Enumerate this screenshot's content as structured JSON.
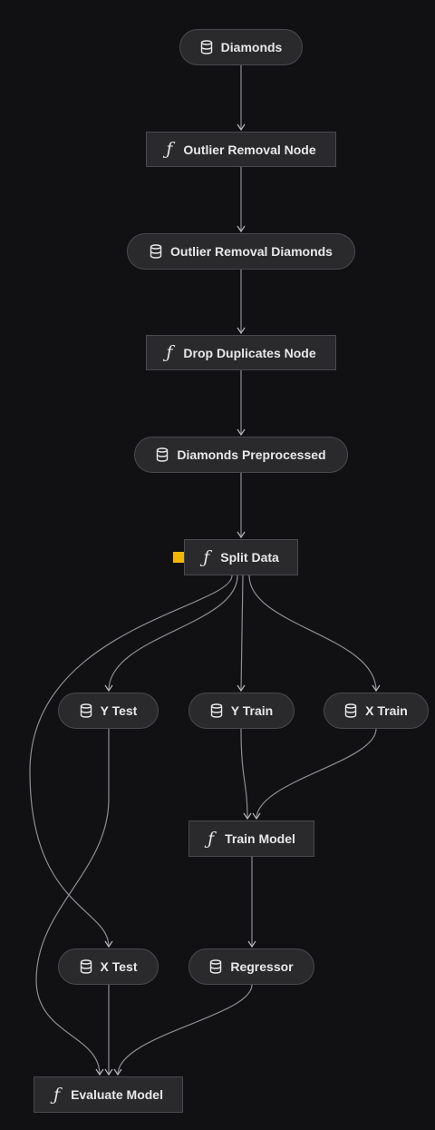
{
  "colors": {
    "background": "#111113",
    "node_fill": "#2a2a2d",
    "node_border": "#4a4a4f",
    "edge": "#8e8e93",
    "marker": "#f2b705"
  },
  "nodes": {
    "diamonds": {
      "label": "Diamonds",
      "kind": "dataset",
      "icon": "database-icon"
    },
    "outlier_removal_node": {
      "label": "Outlier Removal Node",
      "kind": "task",
      "icon": "function-icon"
    },
    "outlier_removal_diamonds": {
      "label": "Outlier Removal Diamonds",
      "kind": "dataset",
      "icon": "database-icon"
    },
    "drop_duplicates_node": {
      "label": "Drop Duplicates Node",
      "kind": "task",
      "icon": "function-icon"
    },
    "diamonds_preprocessed": {
      "label": "Diamonds Preprocessed",
      "kind": "dataset",
      "icon": "database-icon"
    },
    "split_data": {
      "label": "Split Data",
      "kind": "task",
      "icon": "function-icon",
      "selected": true
    },
    "y_test": {
      "label": "Y Test",
      "kind": "dataset",
      "icon": "database-icon"
    },
    "y_train": {
      "label": "Y Train",
      "kind": "dataset",
      "icon": "database-icon"
    },
    "x_train": {
      "label": "X Train",
      "kind": "dataset",
      "icon": "database-icon"
    },
    "train_model": {
      "label": "Train Model",
      "kind": "task",
      "icon": "function-icon"
    },
    "x_test": {
      "label": "X Test",
      "kind": "dataset",
      "icon": "database-icon"
    },
    "regressor": {
      "label": "Regressor",
      "kind": "dataset",
      "icon": "database-icon"
    },
    "evaluate_model": {
      "label": "Evaluate Model",
      "kind": "task",
      "icon": "function-icon"
    }
  },
  "edges": [
    [
      "diamonds",
      "outlier_removal_node"
    ],
    [
      "outlier_removal_node",
      "outlier_removal_diamonds"
    ],
    [
      "outlier_removal_diamonds",
      "drop_duplicates_node"
    ],
    [
      "drop_duplicates_node",
      "diamonds_preprocessed"
    ],
    [
      "diamonds_preprocessed",
      "split_data"
    ],
    [
      "split_data",
      "y_test"
    ],
    [
      "split_data",
      "y_train"
    ],
    [
      "split_data",
      "x_train"
    ],
    [
      "split_data",
      "x_test"
    ],
    [
      "y_train",
      "train_model"
    ],
    [
      "x_train",
      "train_model"
    ],
    [
      "train_model",
      "regressor"
    ],
    [
      "y_test",
      "evaluate_model"
    ],
    [
      "x_test",
      "evaluate_model"
    ],
    [
      "regressor",
      "evaluate_model"
    ]
  ]
}
